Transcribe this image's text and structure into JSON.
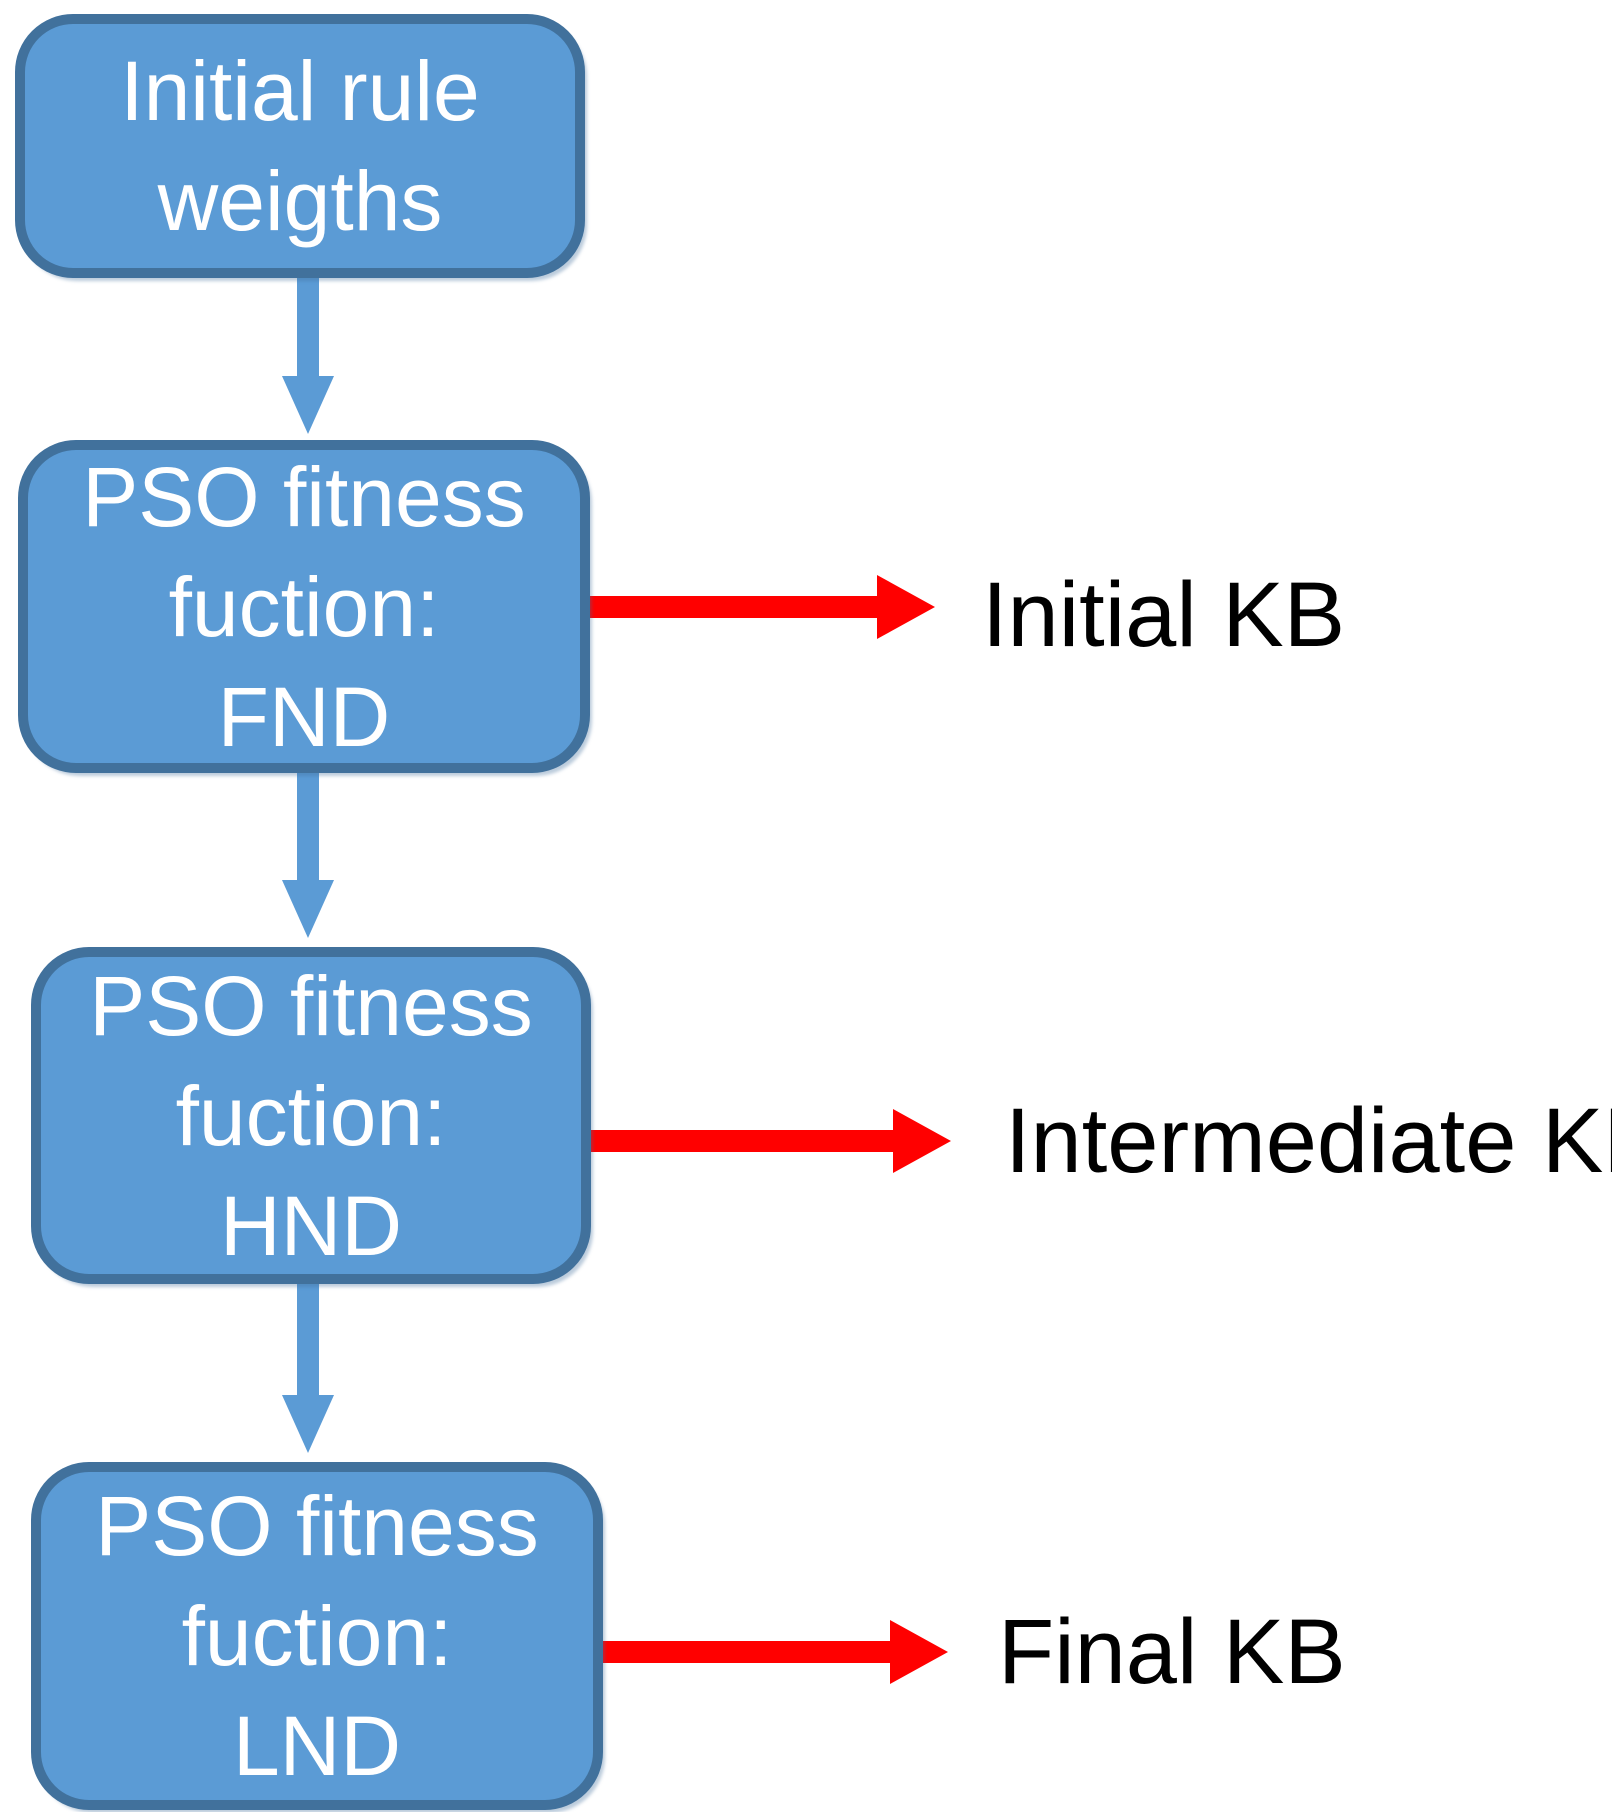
{
  "diagram": {
    "type": "flowchart",
    "colors": {
      "node_fill": "#5B9BD5",
      "node_border": "#41719C",
      "down_arrow": "#5B9BD5",
      "output_arrow": "#FF0000",
      "node_text": "#FFFFFF",
      "output_text": "#000000",
      "bg": "#FFFFFF"
    },
    "nodes": [
      {
        "lines": [
          "Initial rule",
          "weigths"
        ]
      },
      {
        "lines": [
          "PSO fitness",
          "fuction:",
          "FND"
        ]
      },
      {
        "lines": [
          "PSO fitness",
          "fuction:",
          "HND"
        ]
      },
      {
        "lines": [
          "PSO fitness",
          "fuction:",
          "LND"
        ]
      }
    ],
    "outputs": [
      {
        "label": "Initial KB"
      },
      {
        "label": "Intermediate KB"
      },
      {
        "label": "Final KB"
      }
    ]
  }
}
